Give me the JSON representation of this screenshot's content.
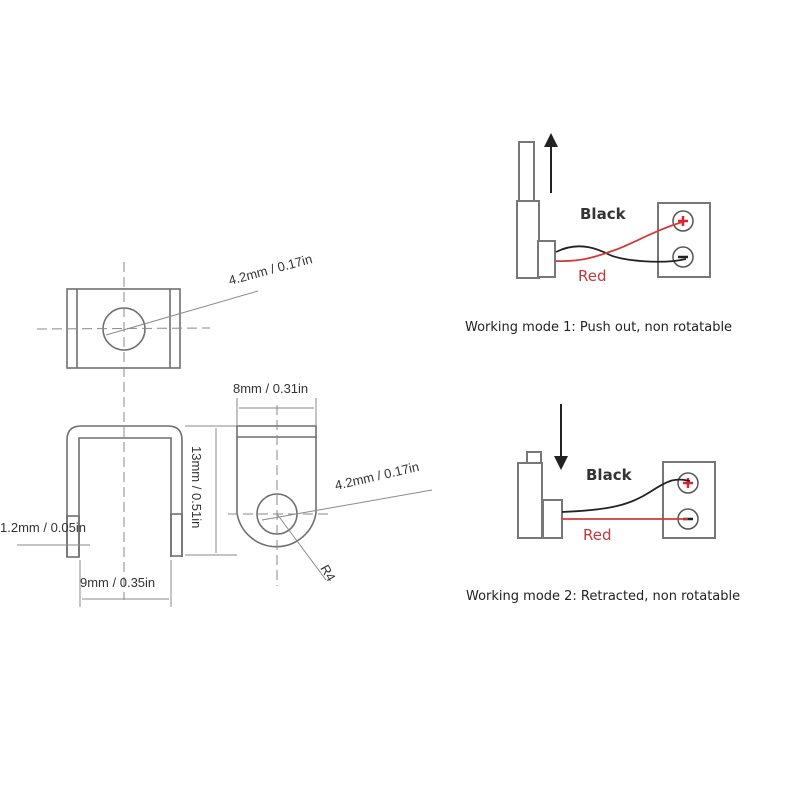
{
  "drawing": {
    "top_hole_dim": "4.2mm / 0.17in",
    "width_dim": "8mm / 0.31in",
    "height_dim": "13mm / 0.51in",
    "side_hole_dim": "4.2mm / 0.17in",
    "thickness_dim": "1.2mm / 0.05in",
    "inner_width_dim": "9mm / 0.35in",
    "radius_dim": "R4"
  },
  "mode1": {
    "black_label": "Black",
    "red_label": "Red",
    "caption": "Working mode 1: Push out, non rotatable",
    "direction": "up"
  },
  "mode2": {
    "black_label": "Black",
    "red_label": "Red",
    "caption": "Working mode 2: Retracted, non rotatable",
    "direction": "down"
  },
  "colors": {
    "red_wire": "#d23a3a",
    "black_wire": "#222222",
    "plus": "#e0202a"
  }
}
